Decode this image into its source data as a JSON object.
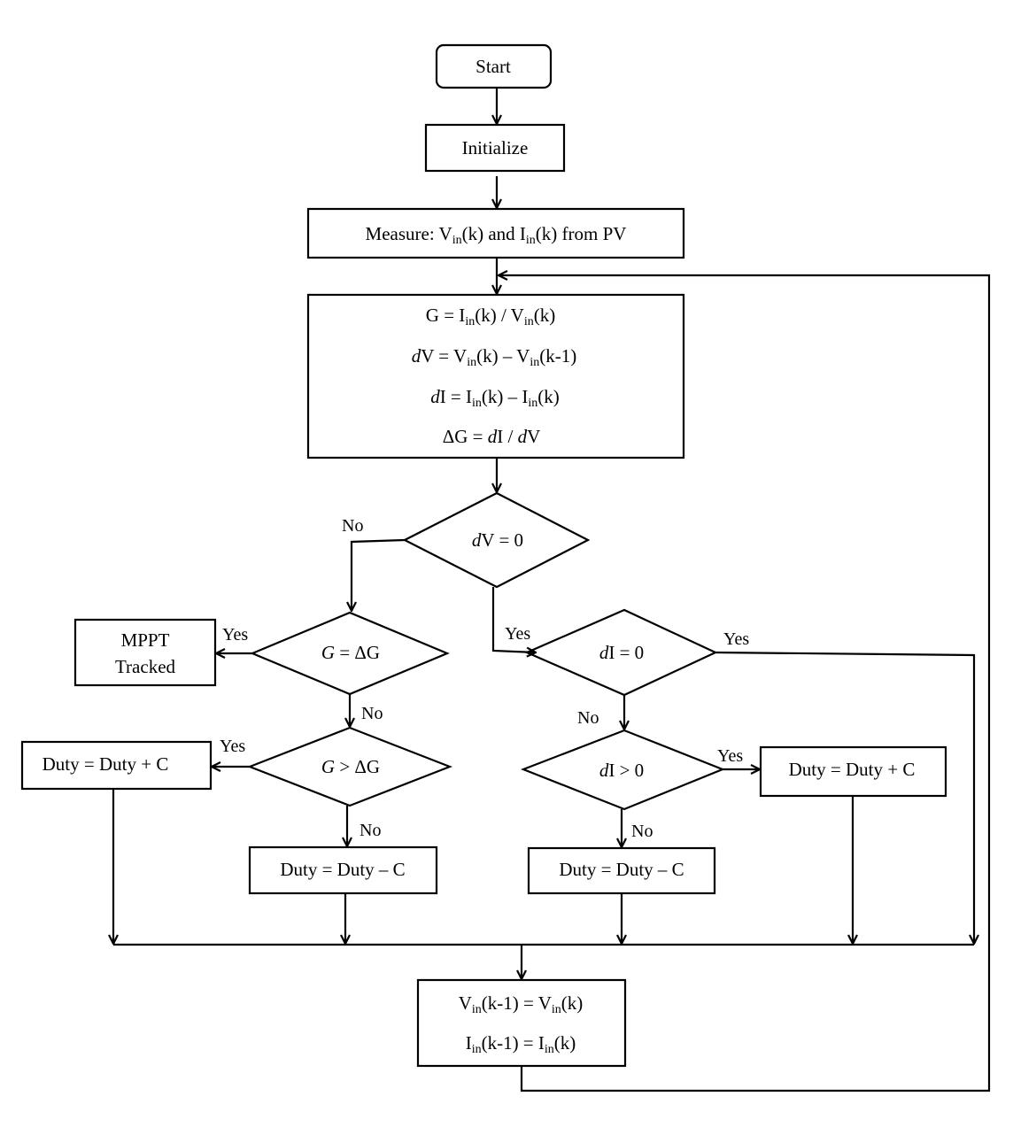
{
  "start": "Start",
  "initialize": "Initialize",
  "measure": {
    "prefix": "Measure: V",
    "sub1": "in",
    "mid": "(k) and I",
    "sub2": "in",
    "suffix": "(k) from PV"
  },
  "compute": {
    "g": {
      "a": "G = I",
      "s1": "in",
      "b": "(k) / V",
      "s2": "in",
      "c": "(k)"
    },
    "dv": {
      "d": "d",
      "a": "V = V",
      "s1": "in",
      "b": "(k) – V",
      "s2": "in",
      "c": "(k-1)"
    },
    "di": {
      "d": "d",
      "a": "I = I",
      "s1": "in",
      "b": "(k) – I",
      "s2": "in",
      "c": "(k)"
    },
    "dg": {
      "a": "ΔG = ",
      "d1": "d",
      "b": "I / ",
      "d2": "d",
      "c": "V"
    }
  },
  "decisions": {
    "dv_zero": {
      "d": "d",
      "rest": "V = 0"
    },
    "g_eq": {
      "g": "G",
      "rest": " = ΔG"
    },
    "g_gt": {
      "g": "G",
      "rest": " > ΔG"
    },
    "di_zero": {
      "d": "d",
      "rest": "I = 0"
    },
    "di_gt": {
      "d": "d",
      "rest": "I > 0"
    }
  },
  "mppt": {
    "line1": "MPPT",
    "line2": "Tracked"
  },
  "duty_plus": "Duty = Duty + C",
  "duty_minus": "Duty = Duty – C",
  "update": {
    "v": {
      "a": "V",
      "s1": "in",
      "b": "(k-1) = V",
      "s2": "in",
      "c": "(k)"
    },
    "i": {
      "a": "I",
      "s1": "in",
      "b": "(k-1) = I",
      "s2": "in",
      "c": "(k)"
    }
  },
  "labels": {
    "yes": "Yes",
    "no": "No"
  }
}
